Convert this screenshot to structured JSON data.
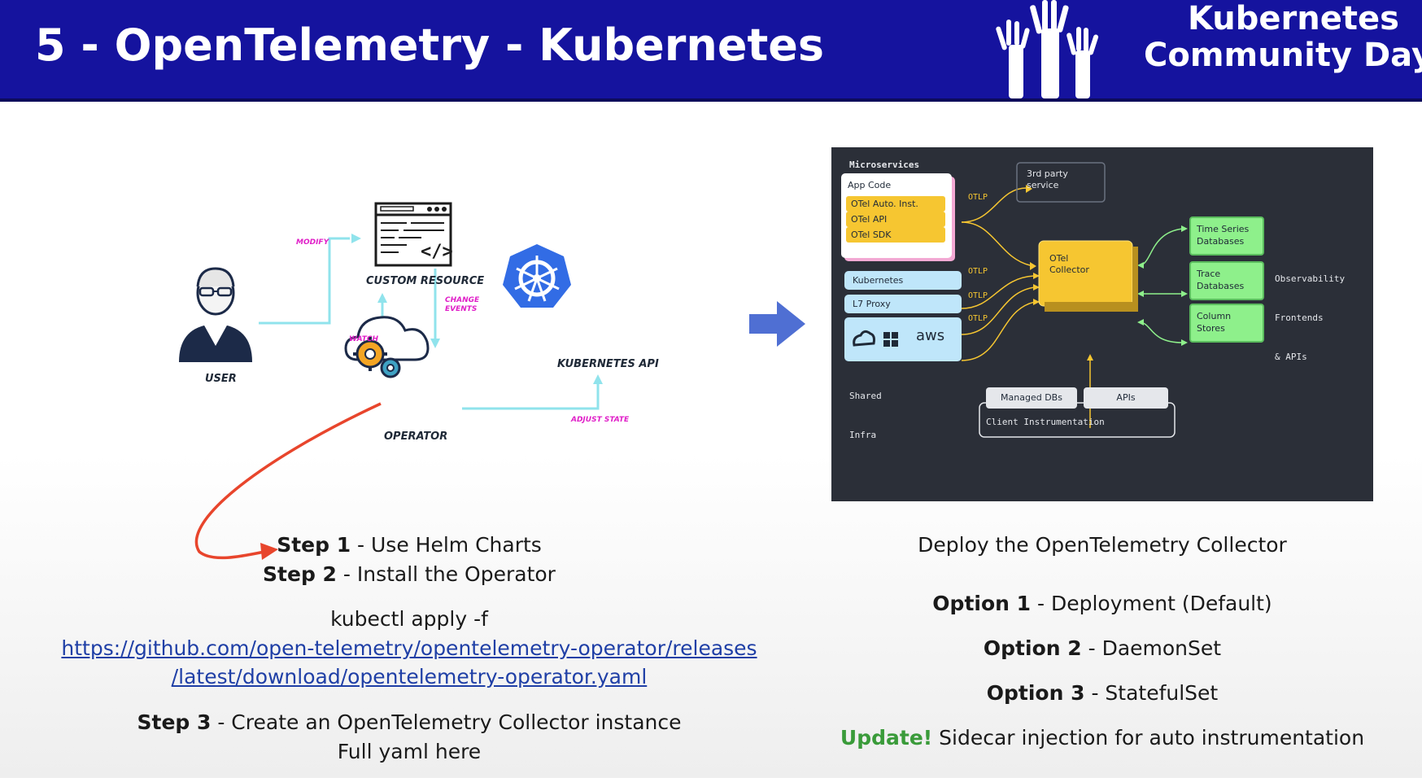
{
  "slide": {
    "title": "5 - OpenTelemetry - Kubernetes",
    "logo": {
      "line1": "Kubernetes",
      "line2": "Community Days",
      "icon": "raised-hands-icon"
    },
    "colors": {
      "header_bg": "#15139e",
      "link": "#1f3fa6",
      "update": "#3a9b3a",
      "red_arrow": "#e8452c",
      "flow_arrow": "#90e3ec"
    }
  },
  "operator_diagram": {
    "user_label": "USER",
    "custom_resource_label": "CUSTOM RESOURCE",
    "operator_label": "OPERATOR",
    "kubernetes_api_label": "KUBERNETES API",
    "modify": "MODIFY",
    "watch": "WATCH",
    "change_events": [
      "CHANGE",
      "EVENTS"
    ],
    "adjust_state": "ADJUST STATE"
  },
  "architecture": {
    "microservices": "Microservices",
    "app_code": "App Code",
    "otel_items": [
      "OTel Auto. Inst.",
      "OTel API",
      "OTel SDK"
    ],
    "third_party": [
      "3rd party",
      "service"
    ],
    "otlp": "OTLP",
    "kubernetes": "Kubernetes",
    "l7_proxy": "L7 Proxy",
    "aws": "aws",
    "shared_infra": [
      "Shared",
      "Infra"
    ],
    "collector": [
      "OTel",
      "Collector"
    ],
    "time_series": [
      "Time Series",
      "Databases"
    ],
    "trace": [
      "Trace",
      "Databases"
    ],
    "column": [
      "Column",
      "Stores"
    ],
    "observability": [
      "Observability",
      "Frontends",
      "& APIs"
    ],
    "managed_dbs": "Managed DBs",
    "apis": "APIs",
    "client_instrumentation": "Client Instrumentation"
  },
  "left_steps": {
    "step1_bold": "Step 1",
    "step1_rest": " - Use Helm Charts",
    "step2_bold": "Step 2",
    "step2_rest": " - Install the Operator",
    "kubectl": "kubectl apply -f",
    "url_line1": "https://github.com/open-telemetry/opentelemetry-operator/releases",
    "url_line2": "/latest/download/opentelemetry-operator.yaml",
    "step3_bold": "Step 3",
    "step3_rest": " - Create an OpenTelemetry Collector instance",
    "full_yaml": "Full yaml here"
  },
  "right_steps": {
    "deploy": "Deploy the OpenTelemetry Collector",
    "options": [
      {
        "bold": "Option 1",
        "rest": " - Deployment (Default)"
      },
      {
        "bold": "Option 2",
        "rest": " - DaemonSet"
      },
      {
        "bold": "Option 3",
        "rest": " - StatefulSet"
      }
    ],
    "update_bold": "Update!",
    "update_rest": " Sidecar injection for auto instrumentation"
  }
}
